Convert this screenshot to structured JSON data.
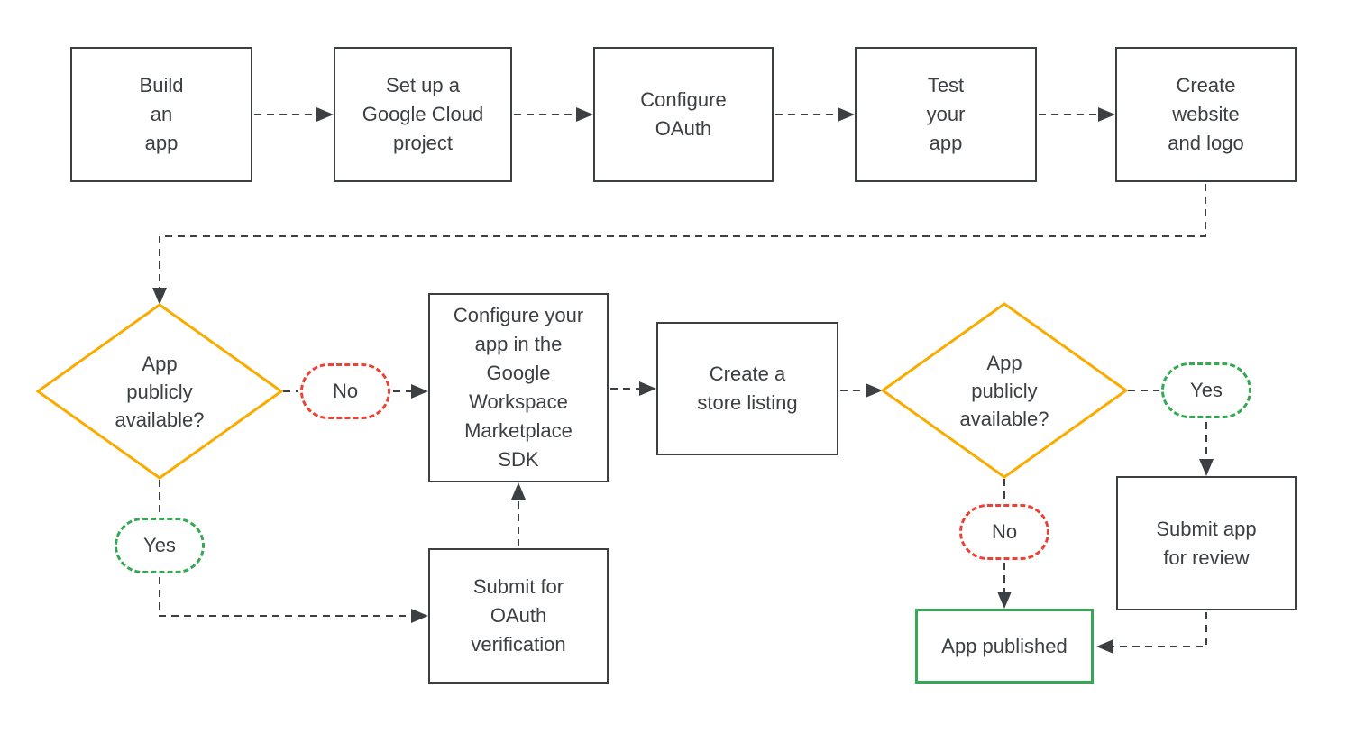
{
  "diagram": {
    "type": "flowchart",
    "colors": {
      "line": "#3c4043",
      "text": "#3c4043",
      "box_border": "#3c4043",
      "decision_border": "#f9ab00",
      "no_border": "#ea4335",
      "yes_border": "#34a853",
      "published_border": "#34a853",
      "background": "#ffffff"
    },
    "nodes": {
      "build_app": {
        "label": "Build\nan\napp"
      },
      "cloud_project": {
        "label": "Set up a\nGoogle Cloud\nproject"
      },
      "configure_oauth": {
        "label": "Configure\nOAuth"
      },
      "test_app": {
        "label": "Test\nyour\napp"
      },
      "website_logo": {
        "label": "Create\nwebsite\nand logo"
      },
      "decision_left": {
        "label": "App\npublicly\navailable?"
      },
      "no_left": {
        "label": "No"
      },
      "yes_left": {
        "label": "Yes"
      },
      "sdk": {
        "label": "Configure your\napp in the\nGoogle\nWorkspace\nMarketplace\nSDK"
      },
      "store_listing": {
        "label": "Create a\nstore listing"
      },
      "decision_right": {
        "label": "App\npublicly\navailable?"
      },
      "yes_right": {
        "label": "Yes"
      },
      "no_right": {
        "label": "No"
      },
      "review": {
        "label": "Submit app\nfor review"
      },
      "oauth_verification": {
        "label": "Submit for\nOAuth\nverification"
      },
      "published": {
        "label": "App published"
      }
    }
  }
}
